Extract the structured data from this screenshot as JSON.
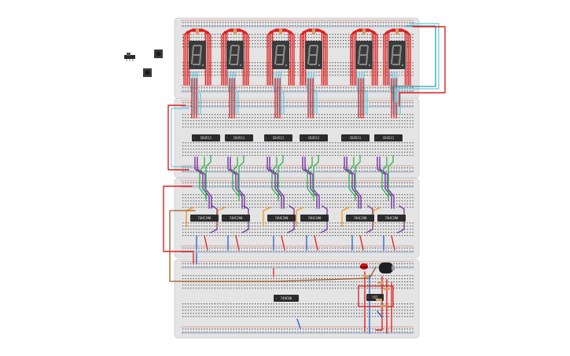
{
  "colors": {
    "canvas": "#ffffff",
    "breadboard": "#e4e4e4",
    "breadboard_edge": "#d2d2d2",
    "hole": "#5e5e5e",
    "rail_red": "#d23c3c",
    "rail_blue": "#3c6ed2",
    "chip": "#2b2b2b",
    "wire_red": "#e01e1e",
    "wire_light_blue": "#6ec8dc",
    "wire_purple": "#7b3fa6",
    "wire_green": "#2bb34a",
    "wire_orange": "#f0961e",
    "wire_brown": "#a5581e",
    "wire_blue": "#1e64c8",
    "wire_teal": "#2a9ab0",
    "segment_display": "#3a3a3a",
    "segment_lit": "#8c8c8c",
    "led_red": "#c81414",
    "buzzer": "#1e1e1e",
    "resistor": "#d2a064"
  },
  "counters": {
    "labels": [
      "CD4511",
      "CD4511",
      "CD4511",
      "CD4511",
      "CD4511",
      "CD4511"
    ]
  },
  "decoders": {
    "labels": [
      "74HC390",
      "74HC390",
      "74HC390",
      "74HC390",
      "74HC390",
      "74HC390"
    ]
  },
  "support": {
    "logic_label": "74HC00",
    "timer_label": "555"
  },
  "displays": {
    "digits": [
      "8.",
      "8.",
      "8.",
      "8.",
      "8.",
      "8."
    ]
  }
}
